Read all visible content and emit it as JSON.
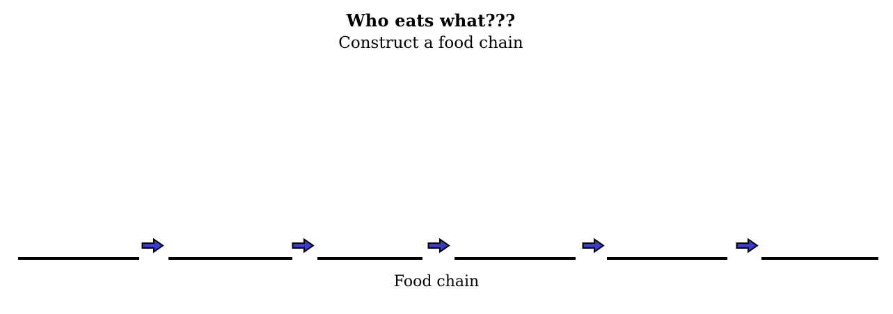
{
  "page": {
    "background": "#FFFFFF",
    "text_color": "#000000"
  },
  "header": {
    "title": "Who eats what???",
    "subtitle": "Construct a food chain"
  },
  "food_chain": {
    "label": "Food chain",
    "blank_count": 6,
    "arrow_count": 5,
    "arrow_fill": "#3B3BC9",
    "arrow_outline": "#000000",
    "blank_color": "#000000"
  }
}
